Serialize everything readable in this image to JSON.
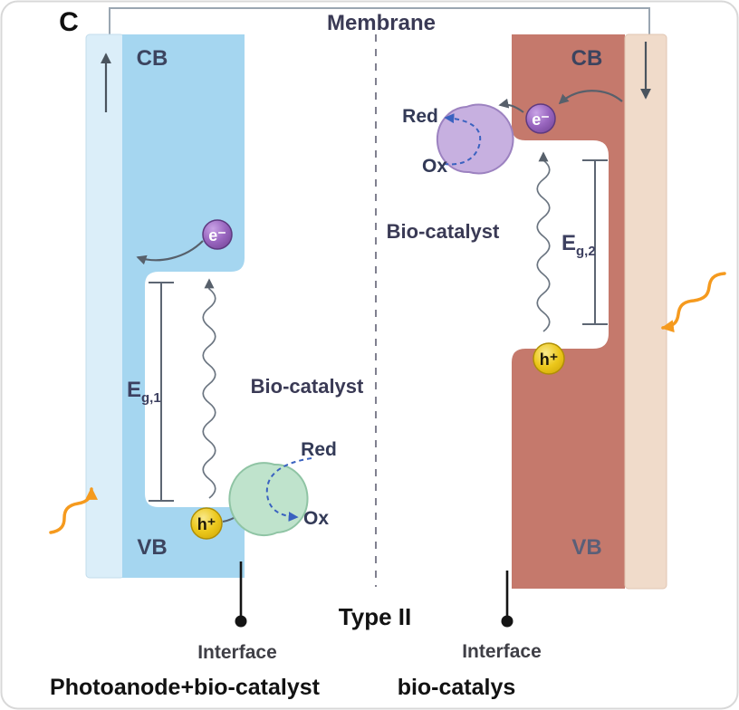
{
  "figure": {
    "panel_label": "C",
    "membrane_label": "Membrane",
    "type_label": "Type II"
  },
  "colors": {
    "left_electrode": "#dbeef9",
    "left_semiconductor": "#a5d6f0",
    "right_semiconductor": "#c5796c",
    "right_electrode": "#f0dbca",
    "electron": "#8a55b0",
    "hole": "#e3bd12",
    "biocatalyst_left": "#bfe3cc",
    "biocatalyst_right": "#c7b0e0",
    "photon": "#f59a1e",
    "redox_arrow": "#3a62c0"
  },
  "left": {
    "cb_label": "CB",
    "vb_label": "VB",
    "eg_main": "E",
    "eg_sub": "g,1",
    "electron_label": "e⁻",
    "hole_label": "h⁺",
    "biocatalyst_label": "Bio-catalyst",
    "red_label": "Red",
    "ox_label": "Ox",
    "interface_label": "Interface",
    "caption": "Photoanode+bio-catalyst"
  },
  "right": {
    "cb_label": "CB",
    "vb_label": "VB",
    "eg_main": "E",
    "eg_sub": "g,2",
    "electron_label": "e⁻",
    "hole_label": "h⁺",
    "biocatalyst_label": "Bio-catalyst",
    "red_label": "Red",
    "ox_label": "Ox",
    "interface_label": "Interface",
    "caption": "bio-catalys"
  }
}
